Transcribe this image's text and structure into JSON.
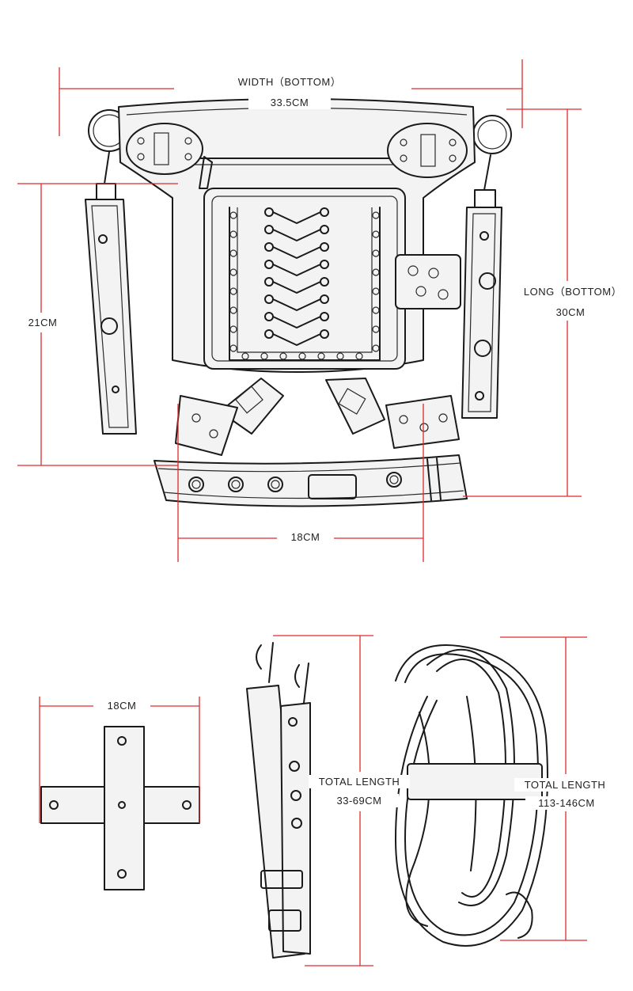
{
  "colors": {
    "dimension_line": "#e02a2a",
    "ink": "#1a1a1a",
    "background": "#ffffff"
  },
  "measurements": {
    "width_bottom": {
      "title": "WIDTH（BOTTOM）",
      "value": "33.5CM"
    },
    "height_left": {
      "value": "21CM"
    },
    "long_bottom": {
      "title": "LONG（BOTTOM）",
      "value": "30CM"
    },
    "bottom_width": {
      "value": "18CM"
    },
    "cross_piece": {
      "value": "18CM"
    },
    "short_strap": {
      "title": "TOTAL LENGTH",
      "value": "33-69CM"
    },
    "long_strap": {
      "title": "TOTAL LENGTH",
      "value": "113-146CM"
    }
  },
  "illustrations": {
    "main_bag": "thigh-bag-illustration",
    "cross_piece": "cross-connector-illustration",
    "short_strap": "short-strap-illustration",
    "long_strap": "long-strap-illustration"
  }
}
